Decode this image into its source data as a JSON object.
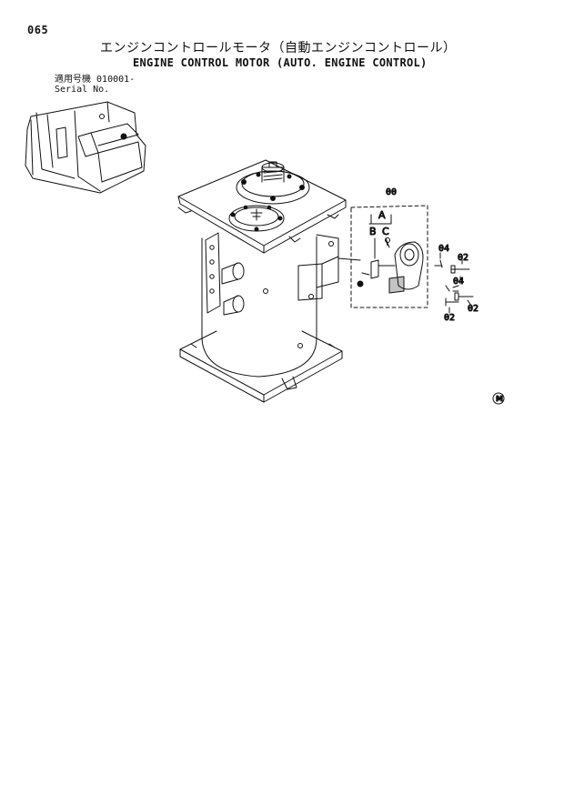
{
  "page": {
    "number": "065",
    "title_ja": "エンジンコントロールモータ（自動エンジンコントロール）",
    "title_en": "ENGINE CONTROL MOTOR (AUTO. ENGINE CONTROL)",
    "serial_label_ja": "適用号機",
    "serial_value": "010001-",
    "serial_label_en": "Serial No."
  },
  "diagram": {
    "callouts": {
      "assembly": "00",
      "group_a": "A",
      "item_b": "B",
      "item_c": "C",
      "part_04_top": "04",
      "part_02_top": "02",
      "part_04_mid": "04",
      "part_02_right": "02",
      "part_02_bottom": "02"
    },
    "corner_mark": "M"
  }
}
